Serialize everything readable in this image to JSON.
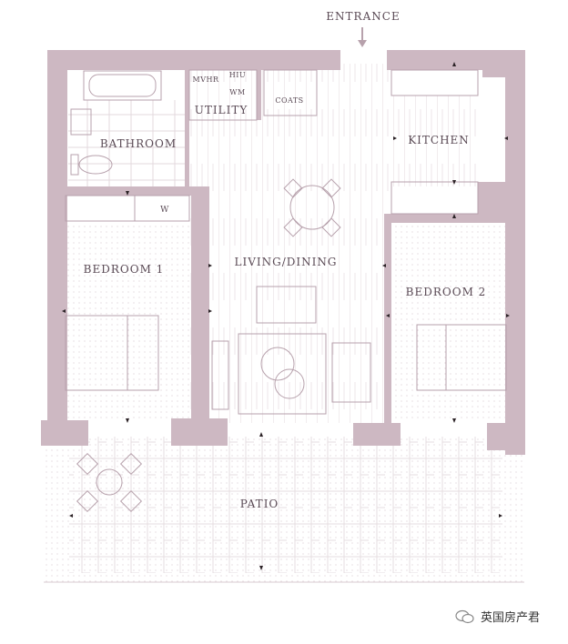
{
  "labels": {
    "entrance": "ENTRANCE",
    "bathroom": "BATHROOM",
    "utility": "UTILITY",
    "mvhr": "MVHR",
    "hiu": "HIU",
    "wm": "WM",
    "coats": "COATS",
    "kitchen": "KITCHEN",
    "w": "W",
    "bedroom1": "BEDROOM 1",
    "living": "LIVING/DINING",
    "bedroom2": "BEDROOM 2",
    "patio": "PATIO"
  },
  "watermark": "英国房产君",
  "colors": {
    "wall": "#cdb8c2",
    "text": "#5a4a55",
    "lines": "#e3d8dd"
  }
}
